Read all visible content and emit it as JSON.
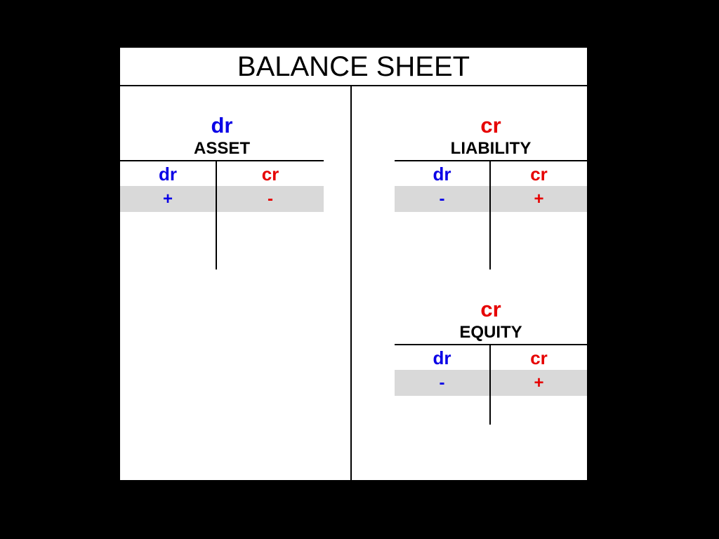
{
  "title": "BALANCE SHEET",
  "colors": {
    "background": "#000000",
    "sheet": "#ffffff",
    "debit": "#0a00e6",
    "credit": "#e60000",
    "effect_row": "#d9d9d9"
  },
  "accounts": [
    {
      "name": "ASSET",
      "normal_balance": "dr",
      "columns": {
        "left": "dr",
        "right": "cr"
      },
      "effects": {
        "left": "+",
        "right": "-"
      }
    },
    {
      "name": "LIABILITY",
      "normal_balance": "cr",
      "columns": {
        "left": "dr",
        "right": "cr"
      },
      "effects": {
        "left": "-",
        "right": "+"
      }
    },
    {
      "name": "EQUITY",
      "normal_balance": "cr",
      "columns": {
        "left": "dr",
        "right": "cr"
      },
      "effects": {
        "left": "-",
        "right": "+"
      }
    }
  ]
}
